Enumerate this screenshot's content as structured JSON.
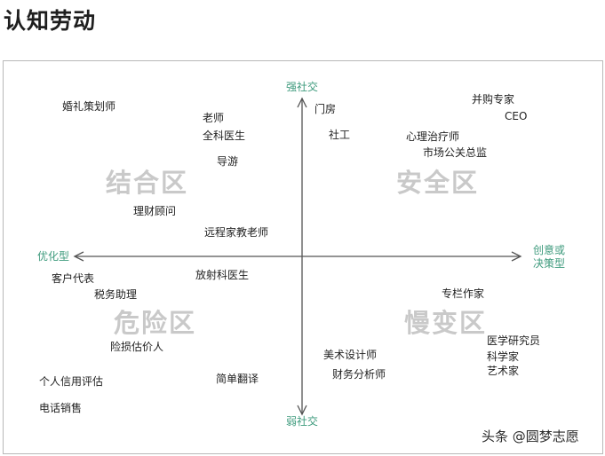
{
  "title": "认知劳动",
  "axes": {
    "top": "强社交",
    "bottom": "弱社交",
    "left": "优化型",
    "right_line1": "创意或",
    "right_line2": "决策型"
  },
  "zones": {
    "top_left": "结合区",
    "top_right": "安全区",
    "bottom_left": "危险区",
    "bottom_right": "慢变区"
  },
  "jobs": [
    "婚礼策划师",
    "老师",
    "全科医生",
    "导游",
    "理财顾问",
    "远程家教老师",
    "门房",
    "社工",
    "并购专家",
    "CEO",
    "心理治疗师",
    "市场公关总监",
    "客户代表",
    "税务助理",
    "放射科医生",
    "险损估价人",
    "个人信用评估",
    "简单翻译",
    "电话销售",
    "美术设计师",
    "财务分析师",
    "专栏作家",
    "医学研究员",
    "科学家",
    "艺术家"
  ],
  "watermark": "头条 @圆梦志愿",
  "colors": {
    "axis_label": "#3d9a7c",
    "zone_text": "#c9c9c9",
    "axis_line": "#555555",
    "frame": "#b8b8b8"
  }
}
